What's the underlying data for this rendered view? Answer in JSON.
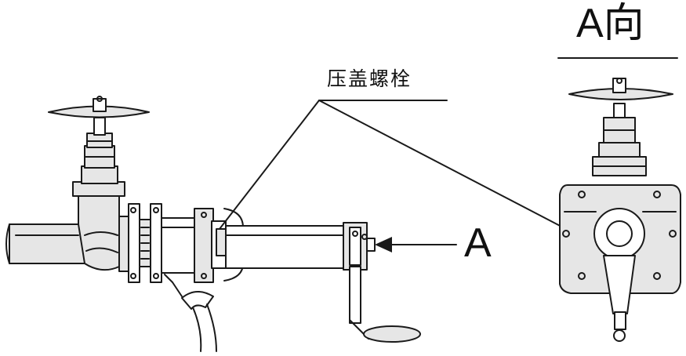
{
  "labels": {
    "view_direction": "A向",
    "gland_bolt": "压盖螺栓",
    "direction_arrow": "A"
  },
  "colors": {
    "ink": "#1a1a1a",
    "background": "#ffffff",
    "shading": "#e6e6e6"
  }
}
